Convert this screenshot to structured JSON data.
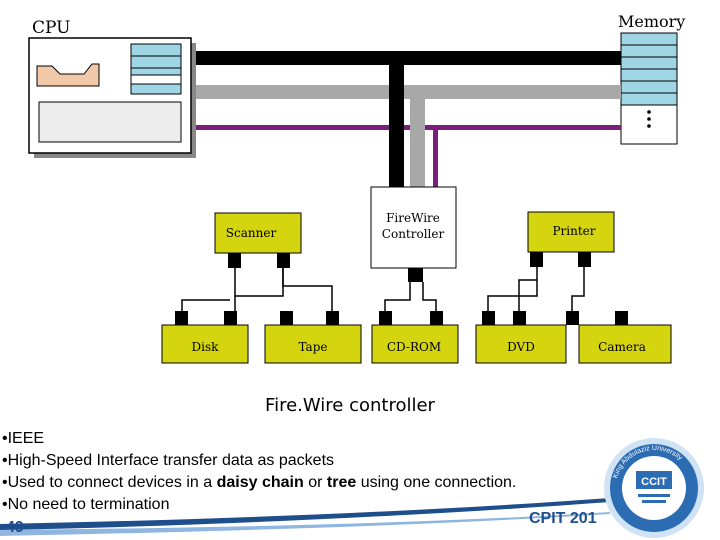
{
  "diagram": {
    "cpu_label": "CPU",
    "memory_label": "Memory",
    "controller_label_line1": "FireWire",
    "controller_label_line2": "Controller",
    "scanner_label": "Scanner",
    "printer_label": "Printer",
    "devices": [
      "Disk",
      "Tape",
      "CD-ROM",
      "DVD",
      "Camera"
    ],
    "colors": {
      "device_fill": "#d4d40f",
      "bus_black": "#000000",
      "bus_gray": "#a8a8a8",
      "bus_purple": "#7b1f7b",
      "memory_cell": "#9fd6e6",
      "footer_blue": "#1f4e8c"
    }
  },
  "caption": "Fire.Wire controller",
  "bullets": [
    "•IEEE",
    "•High-Speed Interface transfer data as packets",
    {
      "prefix": "•Used to connect devices in a ",
      "bold1": "daisy chain",
      "mid": " or ",
      "bold2": "tree",
      "suffix": " using one connection."
    },
    "•No need to termination"
  ],
  "course_code": "CPIT 201",
  "slide_number": "49",
  "logo": {
    "center_text": "CCIT",
    "ring_text": "King Abdulaziz University"
  }
}
